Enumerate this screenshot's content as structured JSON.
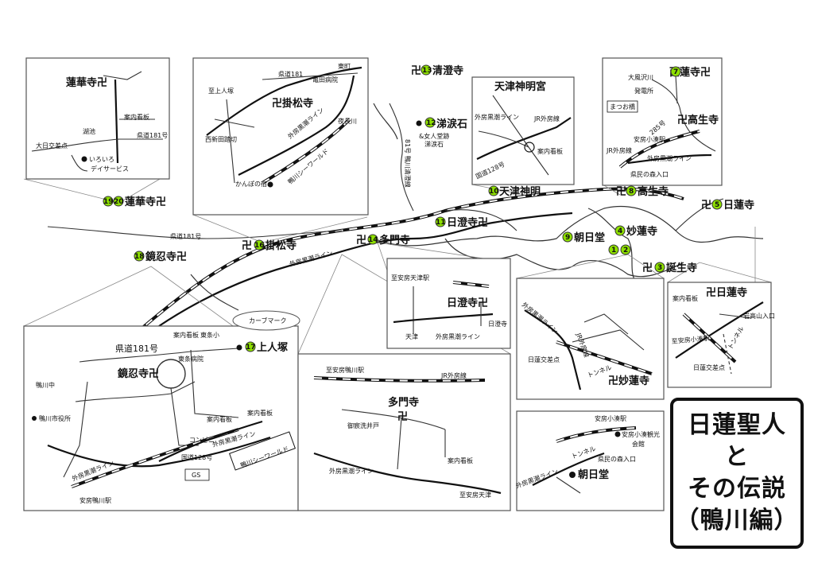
{
  "title": {
    "line1": "日蓮聖人",
    "line2": "と",
    "line3": "その伝説",
    "line4": "（鴨川編）"
  },
  "main_map": {
    "sites": [
      {
        "name": "清澄寺",
        "num": "13"
      },
      {
        "name": "涕涙石",
        "num": "12"
      },
      {
        "name": "天津神明",
        "num": "10"
      },
      {
        "name": "高生寺",
        "num": "8"
      },
      {
        "name": "日澄寺",
        "num": "11"
      },
      {
        "name": "日蓮寺",
        "num": "5"
      },
      {
        "name": "妙蓮寺",
        "num": "4"
      },
      {
        "name": "朝日堂",
        "num": "9"
      },
      {
        "name": "誕生寺",
        "num": "3"
      },
      {
        "name": "蓮華寺",
        "num": "19",
        "num2": "20"
      },
      {
        "name": "掛松寺",
        "num": "16"
      },
      {
        "name": "多門寺",
        "num": "14"
      },
      {
        "name": "鏡忍寺",
        "num": "18"
      },
      {
        "name": "上人塚",
        "num": "17"
      }
    ],
    "extra_nums": [
      "1",
      "2"
    ],
    "roads": {
      "pref181": "県道181号",
      "sotobo": "外房黒潮ライン",
      "line81": "81号 鴨川清澄線"
    },
    "temple_mark": "卍"
  },
  "insets": {
    "renge": {
      "title": "蓮華寺卍",
      "l1": "大日交差点",
      "l2": "いろいろ",
      "l3": "デイサービス",
      "l4": "湖池",
      "l5": "案内看板",
      "l6": "県道181号"
    },
    "kakematsu": {
      "title": "卍掛松寺",
      "l1": "県道181",
      "l2": "東町",
      "l3": "亀田病院",
      "l4": "至上人塚",
      "l5": "西新田踏切",
      "l6": "外房黒潮ライン",
      "l7": "夜長川",
      "l8": "鴨川シーワールド",
      "l9": "かんぽの宿"
    },
    "seicho": {
      "l1": "涕涙石",
      "l2": "&女人堂跡",
      "l3": "涕涙石"
    },
    "shinmei": {
      "title": "天津神明宮",
      "l1": "外房黒潮ライン",
      "l2": "JR外房線",
      "l3": "国道128号",
      "l4": "案内看板"
    },
    "sairen": {
      "title": "西蓮寺卍",
      "l1": "大風沢川",
      "l2": "発電所",
      "l3": "まつお橋",
      "l4": "285号",
      "l5": "卍高生寺",
      "l6": "JR外房線",
      "l7": "安房小湊駅",
      "l8": "外房黒潮ライン",
      "l9": "県民の森入口"
    },
    "nichicho": {
      "title": "日澄寺卍",
      "l1": "至安房天津駅",
      "l2": "天津",
      "l3": "外房黒潮ライン",
      "l4": "日澄寺"
    },
    "myoren": {
      "l1": "外房黒潮ライン",
      "l2": "日蓮交差点",
      "l3": "トンネル",
      "l4": "卍妙蓮寺",
      "l5": "JR外房線"
    },
    "nichiren": {
      "title": "卍日蓮寺",
      "l1": "案内看板",
      "l2": "岩高山入口",
      "l3": "至安房小湊駅",
      "l4": "トンネル",
      "l5": "日蓮交差点"
    },
    "kyonin": {
      "title": "鏡忍寺卍",
      "l1": "カーブマーク",
      "l2": "案内看板",
      "l3": "東条小",
      "l4": "上人塚",
      "l5": "県道181号",
      "l6": "東条病院",
      "l7": "鴨川中",
      "l8": "鴨川市役所",
      "l9": "案内看板",
      "l10": "案内看板",
      "l11": "コンビニ",
      "l12": "国道128号",
      "l13": "外房黒潮ライン",
      "l14": "外房黒潮ライン",
      "l15": "鴨川シーワールド",
      "l16": "GS",
      "l17": "安房鴨川駅"
    },
    "tamon": {
      "title": "多門寺",
      "l1": "至安房鴨川駅",
      "l2": "JR外房線",
      "l3": "御宸洗井戸",
      "l4": "案内看板",
      "l5": "外房黒潮ライン",
      "l6": "至安房天津",
      "mark": "卍"
    },
    "asahi": {
      "title": "朝日堂",
      "l1": "安房小湊駅",
      "l2": "安房小湊観光",
      "l3": "会館",
      "l4": "県民の森入口",
      "l5": "外房黒潮ライン",
      "l6": "トンネル"
    }
  }
}
